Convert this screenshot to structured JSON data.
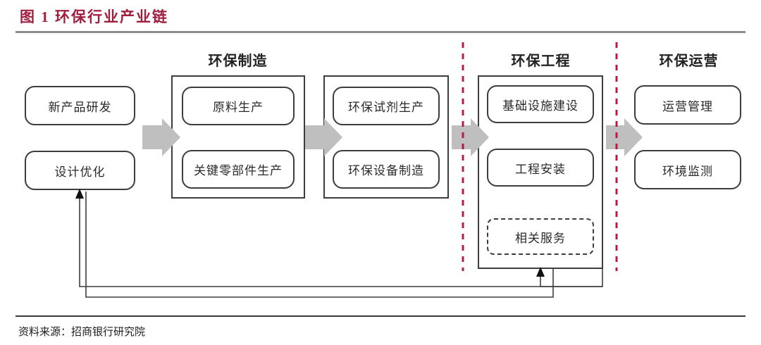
{
  "figure": {
    "title": "图 1  环保行业产业链",
    "source_note": "资料来源：招商银行研究院",
    "title_color": "#9e1f3e",
    "divider_color": "#b11f3c",
    "arrow_color": "#bfbfbf",
    "box_border_color": "#3d3d3d"
  },
  "stages": [
    {
      "id": "rnd",
      "heading": "",
      "nodes": [
        {
          "label": "新产品研发",
          "style": "solid"
        },
        {
          "label": "设计优化",
          "style": "solid"
        }
      ]
    },
    {
      "id": "manufacturing-upstream",
      "heading": "环保制造",
      "nodes": [
        {
          "label": "原料生产",
          "style": "solid"
        },
        {
          "label": "关键零部件生产",
          "style": "solid"
        }
      ]
    },
    {
      "id": "manufacturing-downstream",
      "heading": "",
      "nodes": [
        {
          "label": "环保试剂生产",
          "style": "solid"
        },
        {
          "label": "环保设备制造",
          "style": "solid"
        }
      ]
    },
    {
      "id": "engineering",
      "heading": "环保工程",
      "nodes": [
        {
          "label": "基础设施建设",
          "style": "solid"
        },
        {
          "label": "工程安装",
          "style": "solid"
        },
        {
          "label": "相关服务",
          "style": "dashed"
        }
      ]
    },
    {
      "id": "operations",
      "heading": "环保运营",
      "nodes": [
        {
          "label": "运营管理",
          "style": "solid"
        },
        {
          "label": "环境监测",
          "style": "solid"
        }
      ]
    }
  ],
  "flow_arrows": [
    {
      "name": "arrow-rnd-to-manufacturing"
    },
    {
      "name": "arrow-upstream-to-downstream"
    },
    {
      "name": "arrow-downstream-to-engineering"
    },
    {
      "name": "arrow-engineering-to-operations"
    }
  ],
  "feedback_loops": [
    {
      "name": "feedback-operations-to-design"
    },
    {
      "name": "feedback-engineering-to-design"
    },
    {
      "name": "feedback-operations-to-engineering"
    }
  ],
  "dividers": [
    {
      "name": "divider-manufacturing-engineering"
    },
    {
      "name": "divider-engineering-operations"
    }
  ]
}
